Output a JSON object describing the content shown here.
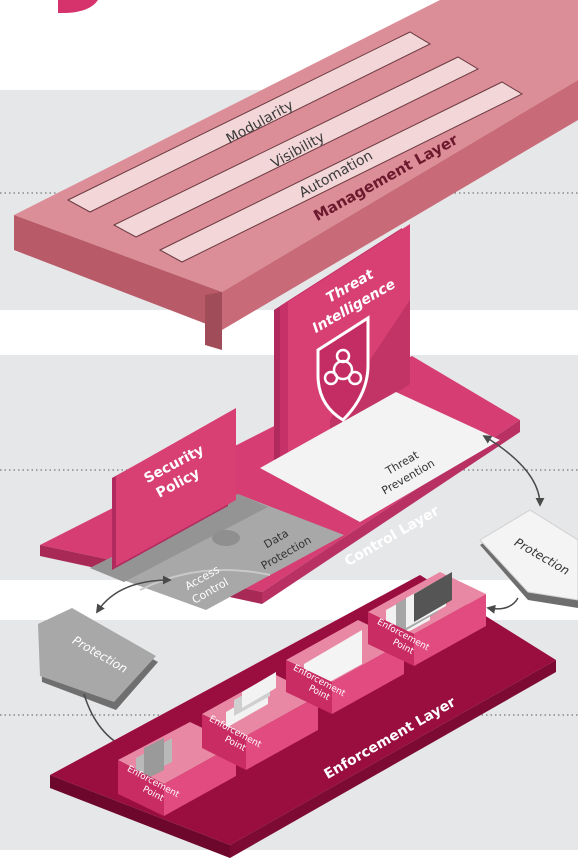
{
  "colors": {
    "band": "#e6e7e9",
    "accent": "#d6336c",
    "management_top": "#dc8e98",
    "management_side": "#b85a67",
    "control_top": "#d63d72",
    "control_side": "#a82856",
    "enforcement_top": "#9a0d3f",
    "enforcement_side": "#6d082c",
    "module_face": "#d83f73",
    "light_panel": "#f3f3f3",
    "gray_panel": "#9c9c9c",
    "bar_fill": "#f2d6d8"
  },
  "management_layer": {
    "title": "Management Layer",
    "bars": [
      "Modularity",
      "Visibility",
      "Automation"
    ]
  },
  "control_layer": {
    "title": "Control Layer",
    "threat_intelligence": [
      "Threat",
      "Intelligence"
    ],
    "threat_prevention": [
      "Threat",
      "Prevention"
    ],
    "security_policy": [
      "Security",
      "Policy"
    ],
    "access_control": [
      "Access",
      "Control"
    ],
    "data_protection": [
      "Data",
      "Protection"
    ],
    "shield_icon": "biohazard-shield-icon"
  },
  "protection_cards": [
    "Protection",
    "Protection"
  ],
  "enforcement_layer": {
    "title": "Enforcement Layer",
    "points": [
      [
        "Enforcement",
        "Point"
      ],
      [
        "Enforcement",
        "Point"
      ],
      [
        "Enforcement",
        "Point"
      ],
      [
        "Enforcement",
        "Point"
      ]
    ]
  }
}
